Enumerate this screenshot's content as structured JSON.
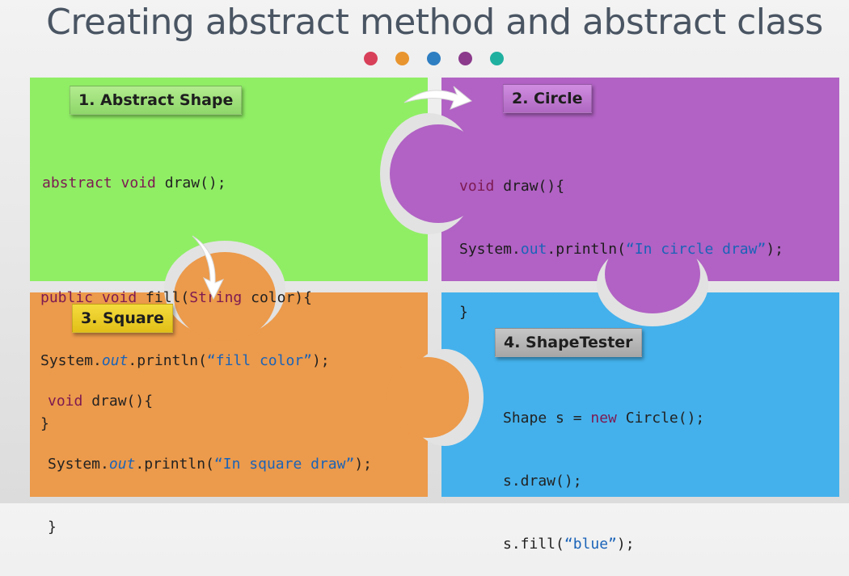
{
  "title": "Creating abstract method and abstract class",
  "dots": [
    "#d8405a",
    "#e8952f",
    "#2e7ec2",
    "#8b3a8c",
    "#20b0a0"
  ],
  "panels": {
    "shape": {
      "label": "1. Abstract Shape",
      "color": "#90ee65",
      "code": {
        "l1a": "abstract void",
        "l1b": " draw();",
        "l2a": "public void",
        "l2b": " fill(",
        "l2c": "String",
        "l2d": " color){",
        "l3a": "System.",
        "l3b": "out",
        "l3c": ".println(",
        "l3d": "“fill color”",
        "l3e": ");",
        "l4": "}"
      }
    },
    "circle": {
      "label": "2. Circle",
      "color": "#b162c4",
      "code": {
        "l1a": "void",
        "l1b": " draw(){",
        "l2a": "System.",
        "l2b": "out",
        "l2c": ".println(",
        "l2d": "“In circle draw”",
        "l2e": ");",
        "l3": "}"
      }
    },
    "square": {
      "label": "3. Square",
      "color": "#ec9a4b",
      "code": {
        "l1a": "void",
        "l1b": " draw(){",
        "l2a": "System.",
        "l2b": "out",
        "l2c": ".println(",
        "l2d": "“In square draw”",
        "l2e": ");",
        "l3": "}"
      }
    },
    "tester": {
      "label": "4. ShapeTester",
      "color": "#44b1ec",
      "code": {
        "l1a": "Shape s = ",
        "l1b": "new",
        "l1c": " Circle();",
        "l2": "s.draw();",
        "l3a": "s.fill(",
        "l3b": "“blue”",
        "l3c": ");"
      }
    }
  }
}
